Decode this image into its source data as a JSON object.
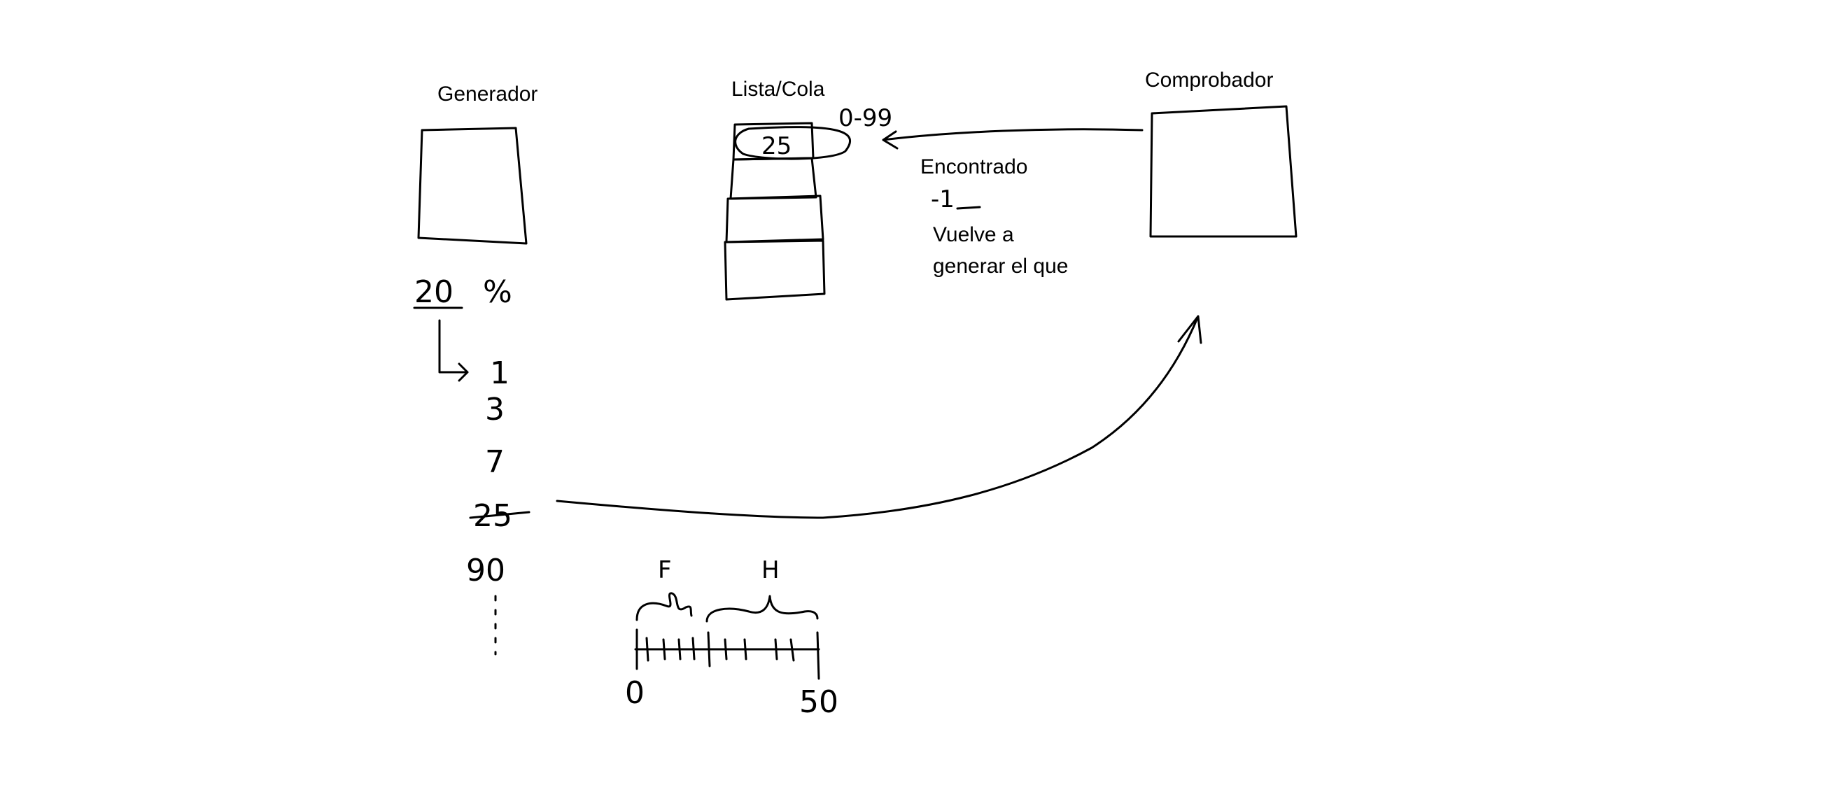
{
  "labels": {
    "generator": "Generador",
    "queue": "Lista/Cola",
    "checker": "Comprobador",
    "found": "Encontrado",
    "retry_line1": "Vuelve a",
    "retry_line2": "generar el que"
  },
  "handwritten": {
    "percent_value": "20",
    "percent_sign": "%",
    "queue_item": "25",
    "range": "0-99",
    "minus_one": "-1",
    "generated_numbers": [
      "1",
      "3",
      "7",
      "25",
      "90"
    ],
    "scale_left_letter": "F",
    "scale_right_letter": "H",
    "scale_start": "0",
    "scale_end": "50"
  },
  "colors": {
    "ink": "#000000",
    "background": "#ffffff"
  }
}
